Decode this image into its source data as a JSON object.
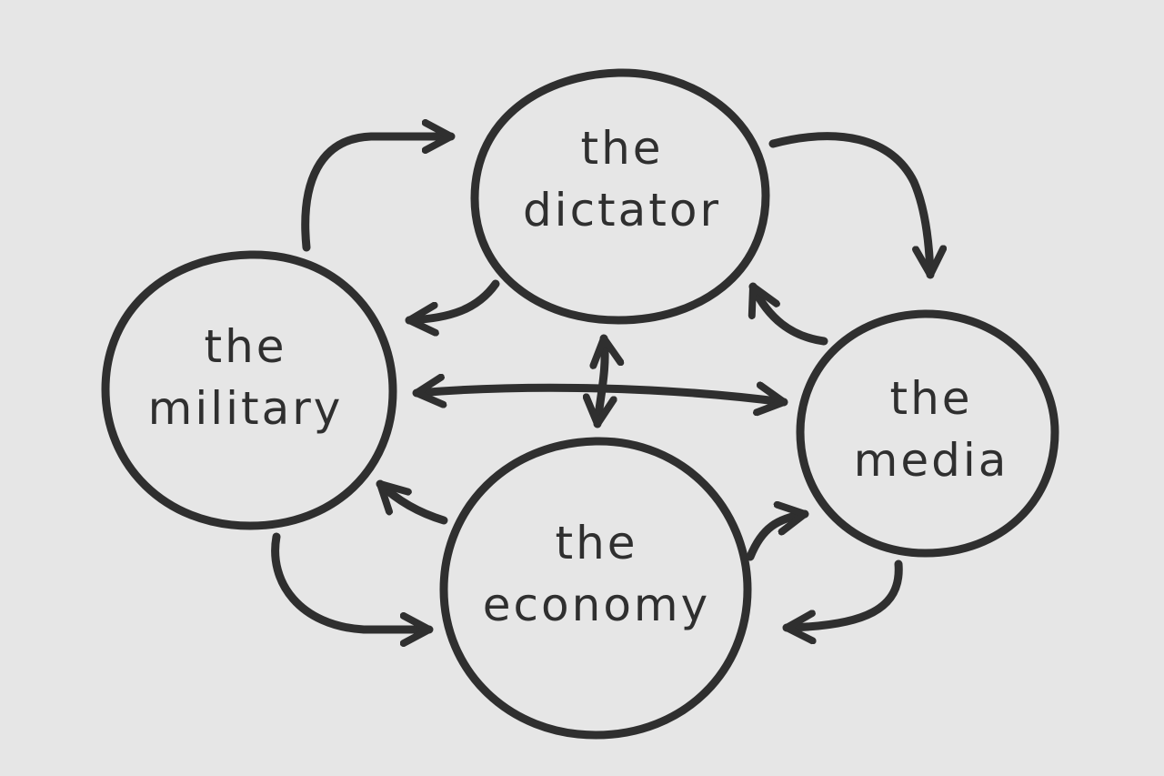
{
  "background_color": "#e6e6e6",
  "ink_color": "#2f2f2f",
  "nodes": {
    "dictator": {
      "line1": "the",
      "line2": "dictator"
    },
    "military": {
      "line1": "the",
      "line2": "military"
    },
    "media": {
      "line1": "the",
      "line2": "media"
    },
    "economy": {
      "line1": "the",
      "line2": "economy"
    }
  },
  "relations": [
    {
      "from": "military",
      "to": "dictator"
    },
    {
      "from": "dictator",
      "to": "military"
    },
    {
      "from": "dictator",
      "to": "media"
    },
    {
      "from": "media",
      "to": "dictator"
    },
    {
      "from": "military",
      "to": "media",
      "bidirectional": true
    },
    {
      "from": "dictator",
      "to": "economy",
      "bidirectional": true
    },
    {
      "from": "economy",
      "to": "military"
    },
    {
      "from": "military",
      "to": "economy"
    },
    {
      "from": "economy",
      "to": "media"
    },
    {
      "from": "media",
      "to": "economy"
    }
  ]
}
